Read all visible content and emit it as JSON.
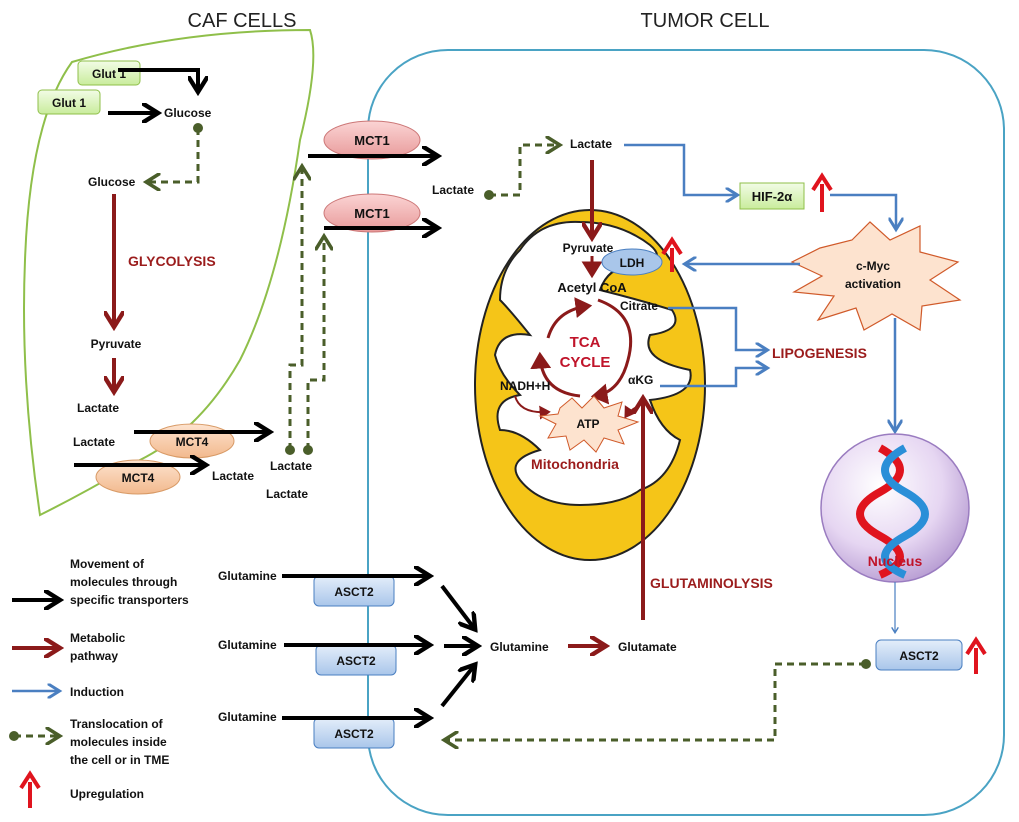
{
  "headings": {
    "caf": "CAF CELLS",
    "tumor": "TUMOR CELL"
  },
  "caf": {
    "glut1_a": "Glut 1",
    "glut1_b": "Glut 1",
    "glucose_out": "Glucose",
    "glucose_in": "Glucose",
    "glycolysis": "GLYCOLYSIS",
    "pyruvate": "Pyruvate",
    "lactate_a": "Lactate",
    "lactate_b": "Lactate",
    "mct4_a": "MCT4",
    "mct4_b": "MCT4",
    "lactate_c": "Lactate",
    "lactate_tme_a": "Lactate",
    "lactate_tme_b": "Lactate"
  },
  "tumor": {
    "mct1_a": "MCT1",
    "mct1_b": "MCT1",
    "lactate_in": "Lactate",
    "lactate_top": "Lactate",
    "hif": "HIF-2α",
    "cmyc": "c-Myc\nactivation",
    "pyruvate": "Pyruvate",
    "ldh": "LDH",
    "acetyl": "Acetyl CoA",
    "citrate": "Citrate",
    "tca": "TCA\nCYCLE",
    "akg": "αKG",
    "nadh": "NADH+H",
    "atp": "ATP",
    "mitochondria": "Mitochondria",
    "lipogenesis": "LIPOGENESIS",
    "nucleus": "Nucleus",
    "glutaminolysis": "GLUTAMINOLYSIS",
    "glutamine": "Glutamine",
    "glutamate": "Glutamate",
    "asct2_right": "ASCT2"
  },
  "transport": {
    "glutamine_a": "Glutamine",
    "glutamine_b": "Glutamine",
    "glutamine_c": "Glutamine",
    "asct2_a": "ASCT2",
    "asct2_b": "ASCT2",
    "asct2_c": "ASCT2"
  },
  "legend": {
    "movement": "Movement of\nmolecules through\nspecific transporters",
    "metabolic": "Metabolic\npathway",
    "induction": "Induction",
    "translocation": "Translocation of\nmolecules inside\nthe cell or in TME",
    "upregulation": "Upregulation"
  },
  "colors": {
    "caf_outline": "#8fbf4a",
    "tumor_outline": "#4aa3c4",
    "metabolic": "#8b1a1a",
    "induction": "#4a7fc1",
    "translocation": "#4a5e2a",
    "upregulation": "#e0141e",
    "mito_fill": "#f5c518",
    "glut_fill": "#dff5c3",
    "mct_fill": "#f4b6b6",
    "asct_fill": "#bcd4f0"
  }
}
